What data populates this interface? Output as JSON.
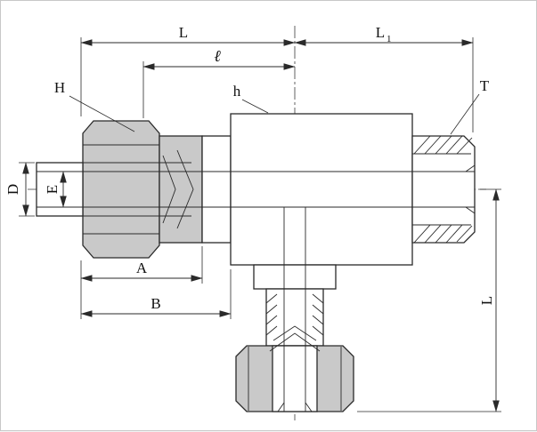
{
  "diagram": {
    "type": "technical-drawing",
    "subject": "Branch tee compression tube fitting, sectioned side view with dimension callouts",
    "labels": {
      "L_top": "L",
      "L1_main": "L",
      "L1_sub": "1",
      "l_mid": "ℓ",
      "H": "H",
      "h": "h",
      "T": "T",
      "D": "D",
      "E": "E",
      "A": "A",
      "B": "B",
      "L_right": "L"
    },
    "colors": {
      "line": "#2a2a2a",
      "nut_fill": "#c9c9c9",
      "body_fill": "#ffffff",
      "background": "#ffffff",
      "border": "#c8c8c8"
    }
  }
}
